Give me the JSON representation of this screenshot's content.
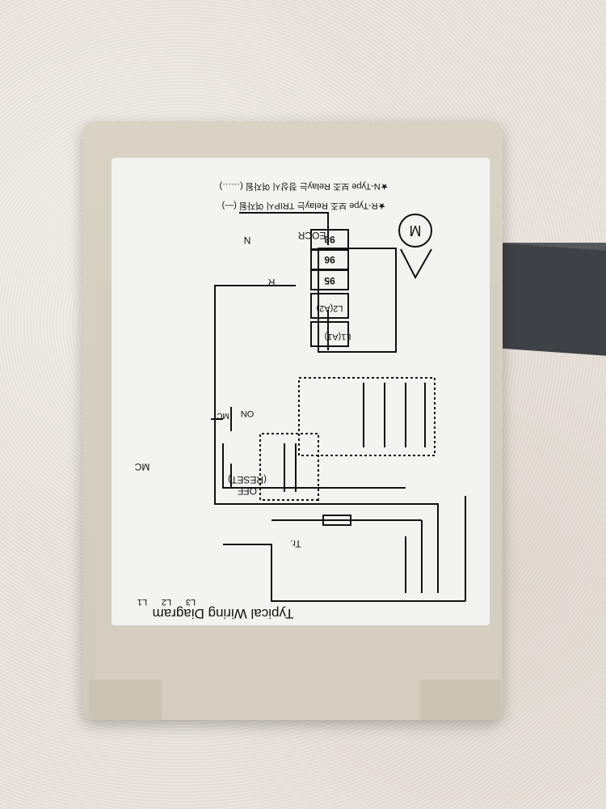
{
  "label": {
    "title": "Typical Wiring Diagram",
    "note_r_type": "★R-Type 보조 Relay는 TRIP시 여자됨 (—)",
    "note_n_type": "★N-Type 보조 Relay는 정상시 여자됨 (……)",
    "eocr_label": "EOCR",
    "terminal_l1": "L1(A1)",
    "terminal_l2": "L2(A2)",
    "terminal_95": "95",
    "terminal_96": "96",
    "terminal_98": "98",
    "relay_r": "R",
    "relay_n": "N",
    "motor": "M",
    "mc_coil": "MC",
    "mc_contactor": "MC",
    "on_switch": "ON",
    "off_switch": "OFF",
    "reset_switch": "(RESET)",
    "transformer": "Tr.",
    "line_l1": "L1",
    "line_l2": "L2",
    "line_l3": "L3"
  },
  "colors": {
    "label_bg": "#f3f3f2",
    "housing": "#d8d3c4",
    "rail": "#3e4145",
    "ink": "#111111"
  }
}
